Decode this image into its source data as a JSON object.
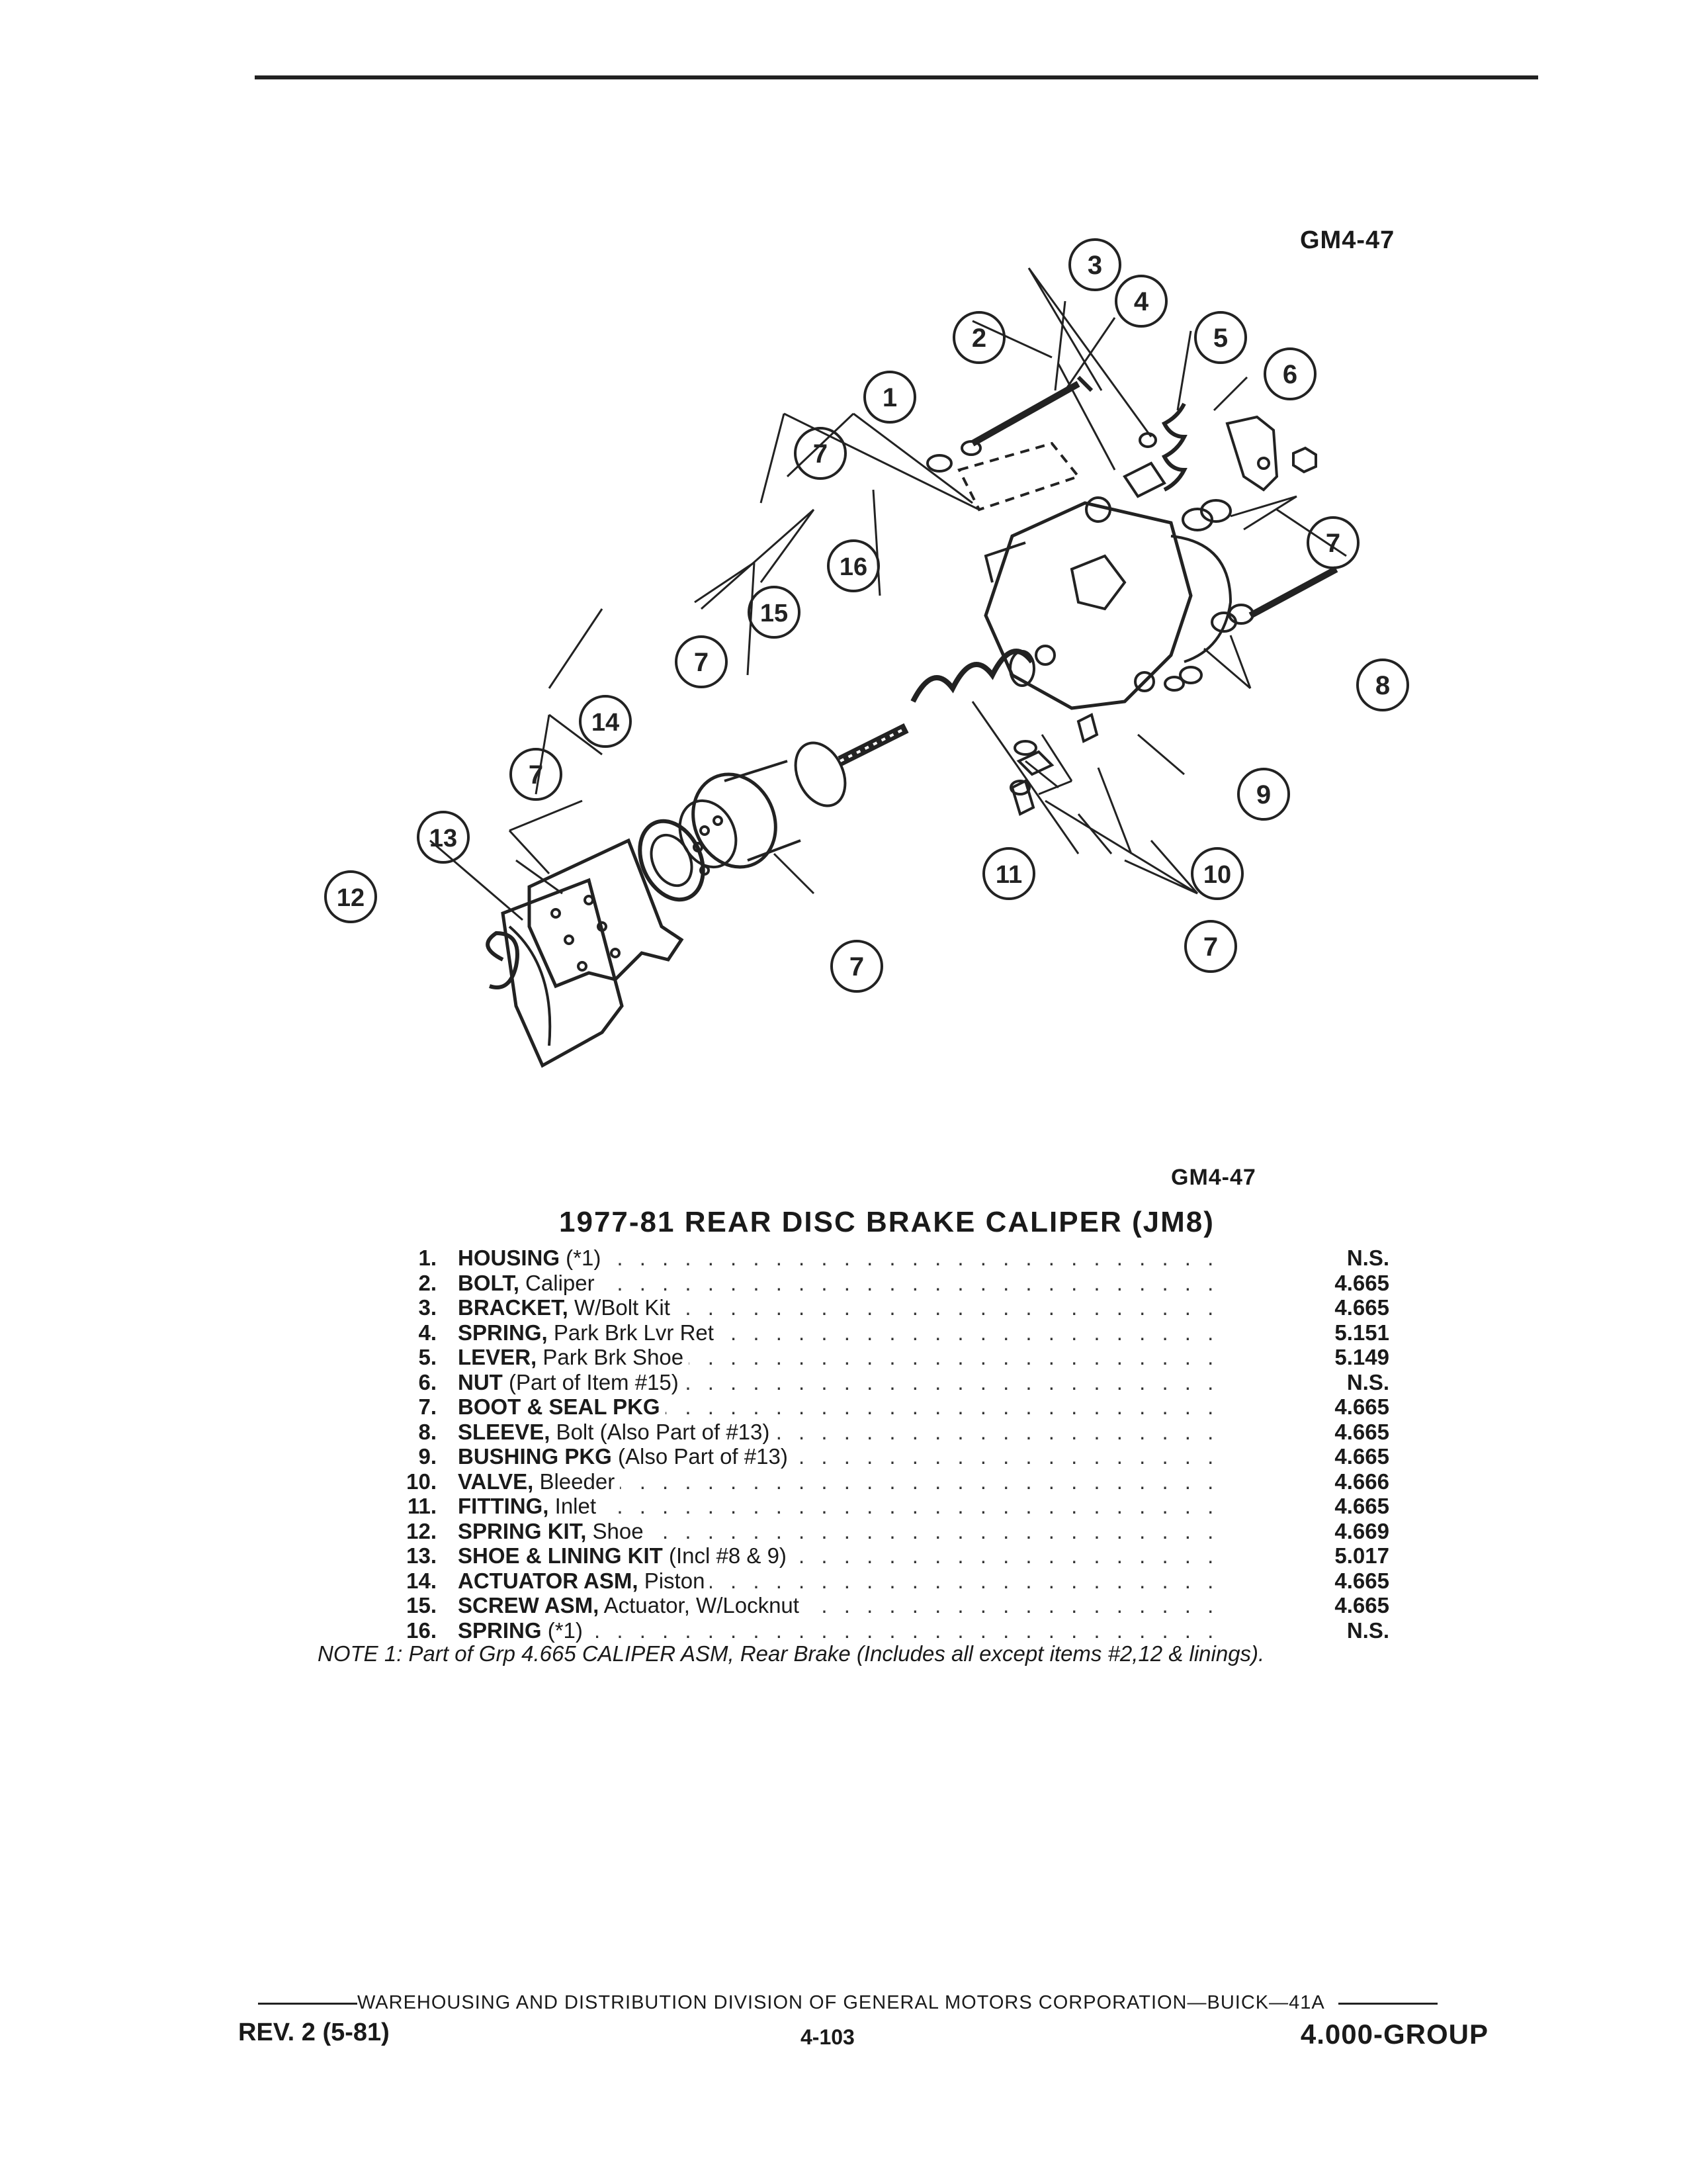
{
  "figure_code_top": "GM4-47",
  "figure_code_bottom": "GM4-47",
  "title": "1977-81 REAR DISC BRAKE CALIPER (JM8)",
  "callouts": [
    "1",
    "2",
    "3",
    "4",
    "5",
    "6",
    "7",
    "7",
    "7",
    "7",
    "7",
    "7",
    "8",
    "9",
    "10",
    "11",
    "12",
    "13",
    "14",
    "15",
    "16"
  ],
  "parts": [
    {
      "num": "1.",
      "name": "HOUSING",
      "desc": " (*1)",
      "group": "N.S."
    },
    {
      "num": "2.",
      "name": "BOLT,",
      "desc": " Caliper",
      "group": "4.665"
    },
    {
      "num": "3.",
      "name": "BRACKET,",
      "desc": " W/Bolt Kit",
      "group": "4.665"
    },
    {
      "num": "4.",
      "name": "SPRING,",
      "desc": " Park Brk Lvr Ret",
      "group": "5.151"
    },
    {
      "num": "5.",
      "name": "LEVER,",
      "desc": " Park Brk Shoe",
      "group": "5.149"
    },
    {
      "num": "6.",
      "name": "NUT",
      "desc": " (Part of Item #15)",
      "group": "N.S."
    },
    {
      "num": "7.",
      "name": "BOOT & SEAL PKG",
      "desc": "",
      "group": "4.665"
    },
    {
      "num": "8.",
      "name": "SLEEVE,",
      "desc": " Bolt (Also Part of #13)",
      "group": "4.665"
    },
    {
      "num": "9.",
      "name": "BUSHING PKG",
      "desc": " (Also Part of #13)",
      "group": "4.665"
    },
    {
      "num": "10.",
      "name": "VALVE,",
      "desc": " Bleeder",
      "group": "4.666"
    },
    {
      "num": "11.",
      "name": "FITTING,",
      "desc": " Inlet",
      "group": "4.665"
    },
    {
      "num": "12.",
      "name": "SPRING KIT,",
      "desc": " Shoe",
      "group": "4.669"
    },
    {
      "num": "13.",
      "name": "SHOE & LINING KIT",
      "desc": " (Incl #8 & 9)",
      "group": "5.017"
    },
    {
      "num": "14.",
      "name": "ACTUATOR ASM,",
      "desc": " Piston",
      "group": "4.665"
    },
    {
      "num": "15.",
      "name": "SCREW ASM,",
      "desc": " Actuator, W/Locknut",
      "group": "4.665"
    },
    {
      "num": "16.",
      "name": "SPRING",
      "desc": " (*1)",
      "group": "N.S."
    }
  ],
  "note": "NOTE 1: Part of Grp 4.665 CALIPER ASM, Rear Brake (Includes all except items #2,12 & linings).",
  "footer": {
    "division": "WAREHOUSING AND DISTRIBUTION  DIVISION OF GENERAL MOTORS CORPORATION—BUICK—41A",
    "revision": "REV. 2 (5-81)",
    "page": "4-103",
    "group": "4.000-GROUP"
  }
}
